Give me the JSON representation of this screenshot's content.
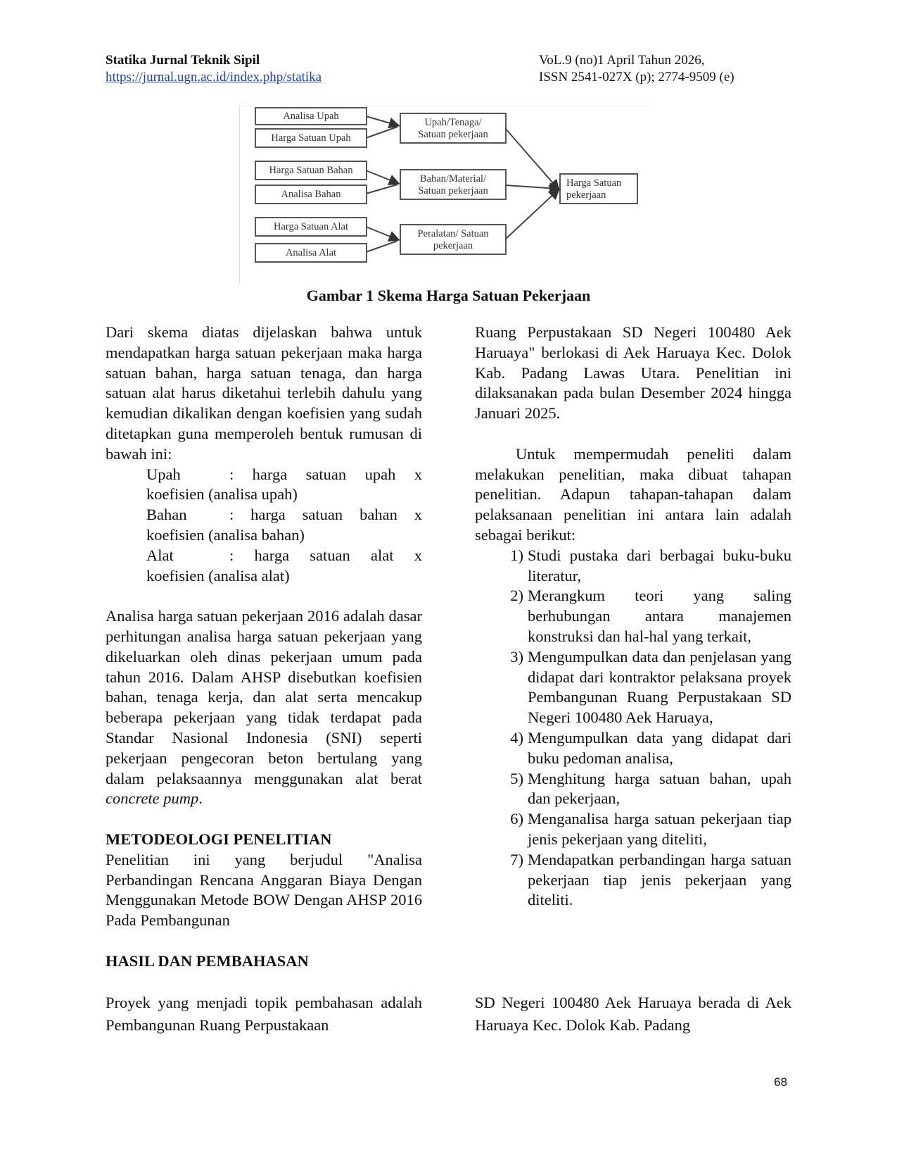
{
  "header": {
    "journal_name": "Statika Jurnal Teknik Sipil",
    "url": "https://jurnal.ugn.ac.id/index.php/statika",
    "volume": "VoL.9 (no)1 April Tahun 2026,",
    "issn": "ISSN 2541-027X  (p); 2774-9509 (e)"
  },
  "figure": {
    "boxes": {
      "analisa_upah": "Analisa Upah",
      "harga_satuan_upah": "Harga Satuan Upah",
      "harga_satuan_bahan": "Harga Satuan Bahan",
      "analisa_bahan": "Analisa Bahan",
      "harga_satuan_alat": "Harga Satuan Alat",
      "analisa_alat": "Analisa Alat",
      "upah_tenaga": "Upah/Tenaga/ Satuan pekerjaan",
      "bahan_material": "Bahan/Material/ Satuan pekerjaan",
      "peralatan": "Peralatan/ Satuan pekerjaan",
      "harga_satuan_pekerjaan": "Harga Satuan pekerjaan"
    },
    "caption": "Gambar 1 Skema Harga Satuan Pekerjaan"
  },
  "left_col": {
    "para1": "Dari skema diatas dijelaskan bahwa untuk mendapatkan harga satuan pekerjaan maka harga satuan bahan, harga satuan tenaga, dan harga satuan alat harus diketahui terlebih dahulu yang kemudian dikalikan dengan koefisien yang sudah ditetapkan guna memperoleh bentuk rumusan di bawah ini:",
    "defs": [
      {
        "term": "Upah",
        "desc": ": harga satuan upah x",
        "cont": "koefisien (analisa upah)"
      },
      {
        "term": "Bahan",
        "desc": ": harga satuan bahan x",
        "cont": "koefisien (analisa bahan)"
      },
      {
        "term": "Alat",
        "desc": ": harga satuan alat x",
        "cont": "koefisien (analisa alat)"
      }
    ],
    "para2": "Analisa harga satuan pekerjaan 2016 adalah dasar perhitungan analisa harga satuan pekerjaan yang dikeluarkan oleh dinas pekerjaan umum pada tahun 2016. Dalam AHSP disebutkan koefisien bahan, tenaga kerja, dan alat serta mencakup beberapa pekerjaan yang tidak terdapat pada Standar Nasional Indonesia (SNI) seperti pekerjaan pengecoran beton bertulang yang dalam pelaksaannya menggunakan alat berat",
    "para2_italic": "concrete pump",
    "para2_end": ".",
    "heading_method": "METODEOLOGI PENELITIAN",
    "para3": "Penelitian ini yang berjudul \"Analisa Perbandingan Rencana Anggaran Biaya Dengan Menggunakan Metode BOW Dengan AHSP 2016 Pada Pembangunan",
    "heading_results": "HASIL DAN PEMBAHASAN",
    "para4": "Proyek yang menjadi topik pembahasan adalah Pembangunan Ruang Perpustakaan"
  },
  "right_col": {
    "para1": "Ruang Perpustakaan SD Negeri 100480 Aek Haruaya\" berlokasi di Aek Haruaya Kec. Dolok Kab. Padang Lawas Utara. Penelitian ini dilaksanakan pada bulan Desember 2024 hingga Januari 2025.",
    "para2": "Untuk mempermudah peneliti dalam melakukan penelitian, maka dibuat tahapan penelitian. Adapun tahapan-tahapan dalam pelaksanaan penelitian ini antara lain adalah sebagai berikut:",
    "steps": [
      {
        "n": "1)",
        "text": "Studi pustaka dari berbagai buku-buku literatur,"
      },
      {
        "n": "2)",
        "text": "Merangkum teori yang saling berhubungan antara manajemen konstruksi dan hal-hal yang terkait,"
      },
      {
        "n": "3)",
        "text": "Mengumpulkan data dan penjelasan yang didapat dari kontraktor pelaksana proyek Pembangunan Ruang Perpustakaan SD Negeri 100480 Aek Haruaya,"
      },
      {
        "n": "4)",
        "text": "Mengumpulkan data yang didapat dari buku pedoman analisa,"
      },
      {
        "n": "5)",
        "text": "Menghitung harga satuan bahan, upah dan pekerjaan,"
      },
      {
        "n": "6)",
        "text": "Menganalisa harga satuan pekerjaan tiap jenis pekerjaan yang diteliti,"
      },
      {
        "n": "7)",
        "text": "Mendapatkan perbandingan harga satuan pekerjaan tiap jenis pekerjaan yang diteliti."
      }
    ],
    "para3": "SD Negeri 100480 Aek Haruaya berada di Aek Haruaya Kec. Dolok Kab. Padang"
  },
  "page_number": "68"
}
